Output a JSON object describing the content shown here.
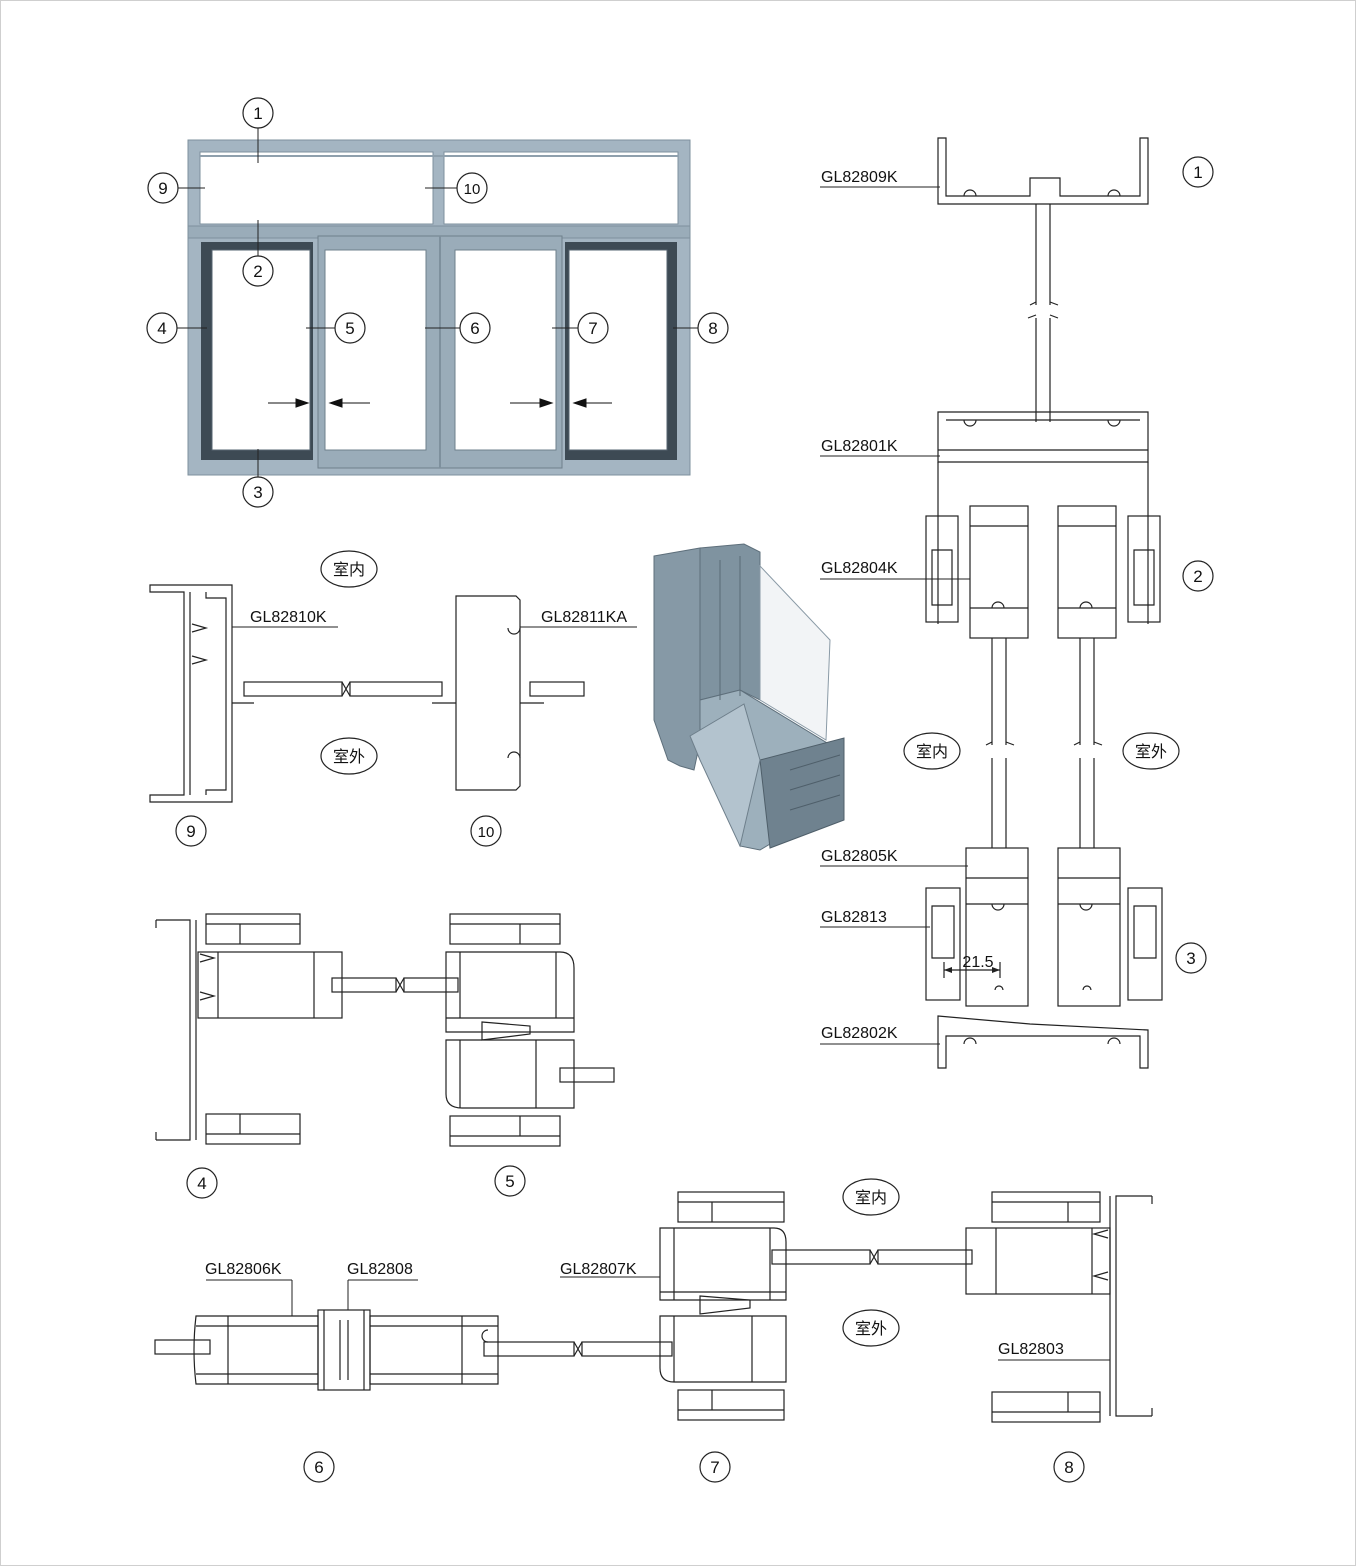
{
  "callouts": {
    "elev_1": "1",
    "elev_2": "2",
    "elev_3": "3",
    "elev_4": "4",
    "elev_5": "5",
    "elev_6": "6",
    "elev_7": "7",
    "elev_8": "8",
    "elev_9": "9",
    "elev_10": "10",
    "sec_1": "1",
    "sec_2": "2",
    "sec_3": "3",
    "sec_9": "9",
    "sec_10": "10",
    "sec_4": "4",
    "sec_5": "5",
    "sec_6": "6",
    "sec_7": "7",
    "sec_8": "8"
  },
  "parts": {
    "gl82809k": "GL82809K",
    "gl82801k": "GL82801K",
    "gl82804k": "GL82804K",
    "gl82805k": "GL82805K",
    "gl82813": "GL82813",
    "gl82802k": "GL82802K",
    "gl82810k": "GL82810K",
    "gl82811ka": "GL82811KA",
    "gl82806k": "GL82806K",
    "gl82808": "GL82808",
    "gl82807k": "GL82807K",
    "gl82803": "GL82803"
  },
  "sides": {
    "indoor_a": "室内",
    "outdoor_a": "室外",
    "indoor_b": "室内",
    "outdoor_b": "室外",
    "indoor_c": "室内",
    "outdoor_c": "室外"
  },
  "dimension": "21.5",
  "colors": {
    "frame": "#a4b5c2",
    "frame_dark": "#7e909d",
    "dark_glass_edge": "#3d4a54",
    "line": "#222222"
  }
}
